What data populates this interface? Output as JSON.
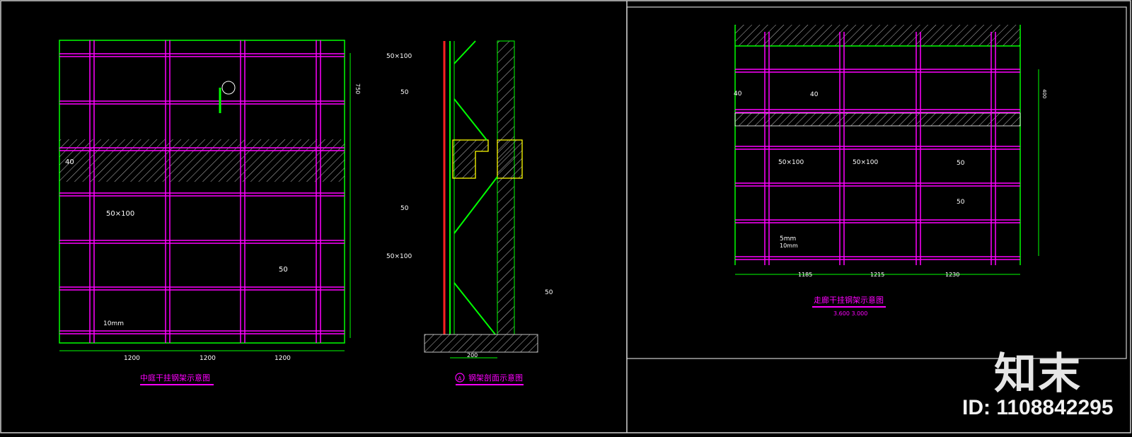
{
  "left_elevation": {
    "labels": {
      "beam_40": "40",
      "steel_50x100": "50×100",
      "steel_50": "50",
      "pipe_10mm": "10mm",
      "dim_1200_a": "1200",
      "dim_1200_b": "1200",
      "dim_1200_c": "1200",
      "dim_750": "750"
    },
    "title": "中庭干挂钢架示意图"
  },
  "section": {
    "labels": {
      "steel_50x100_a": "50×100",
      "steel_50_a": "50",
      "steel_50_b": "50",
      "steel_50x100_b": "50×100",
      "steel_50_c": "50",
      "dim_bottom": "200"
    },
    "title": "钢架剖面示意图",
    "marker": "A"
  },
  "right_elevation": {
    "labels": {
      "beam_40_a": "40",
      "beam_40_b": "40",
      "steel_50x100_a": "50×100",
      "steel_50x100_b": "50×100",
      "steel_50_a": "50",
      "steel_50_b": "50",
      "pipe_5mm": "5mm",
      "pipe_10mm": "10mm",
      "dim_1185": "1185",
      "dim_1215": "1215",
      "dim_1230": "1230",
      "dim_400": "400"
    },
    "title": "走廊干挂钢架示意图",
    "subtitle": "3.600  3.000"
  },
  "watermark": {
    "brand": "知末",
    "id": "ID: 1108842295"
  },
  "colors": {
    "background": "#000000",
    "frame_line": "#ffffff",
    "green": "#00ff00",
    "magenta": "#ff00ff",
    "yellow": "#ffff00",
    "red": "#ff0000"
  }
}
